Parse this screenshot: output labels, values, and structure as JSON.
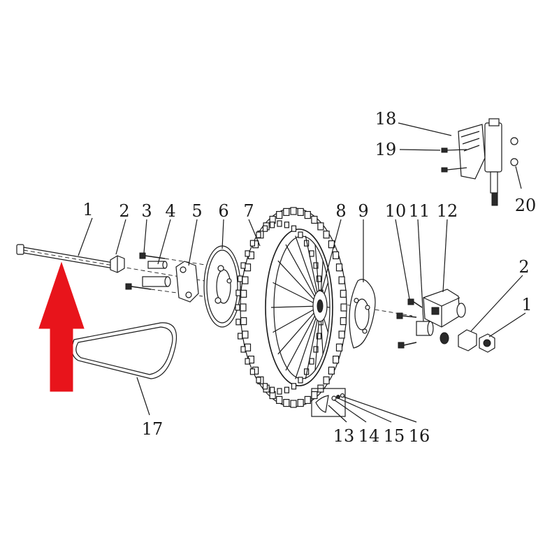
{
  "diagram": {
    "callouts": [
      {
        "id": "1a",
        "label": "1"
      },
      {
        "id": "2a",
        "label": "2"
      },
      {
        "id": "3",
        "label": "3"
      },
      {
        "id": "4",
        "label": "4"
      },
      {
        "id": "5",
        "label": "5"
      },
      {
        "id": "6",
        "label": "6"
      },
      {
        "id": "7",
        "label": "7"
      },
      {
        "id": "8",
        "label": "8"
      },
      {
        "id": "9",
        "label": "9"
      },
      {
        "id": "10",
        "label": "10"
      },
      {
        "id": "11",
        "label": "11"
      },
      {
        "id": "12",
        "label": "12"
      },
      {
        "id": "2b",
        "label": "2"
      },
      {
        "id": "1b",
        "label": "1"
      },
      {
        "id": "13",
        "label": "13"
      },
      {
        "id": "14",
        "label": "14"
      },
      {
        "id": "15",
        "label": "15"
      },
      {
        "id": "16",
        "label": "16"
      },
      {
        "id": "17",
        "label": "17"
      },
      {
        "id": "18",
        "label": "18"
      },
      {
        "id": "19",
        "label": "19"
      },
      {
        "id": "20",
        "label": "20"
      }
    ],
    "highlight_arrow_color": "#e8141b",
    "line_color": "#1a1a1a"
  }
}
